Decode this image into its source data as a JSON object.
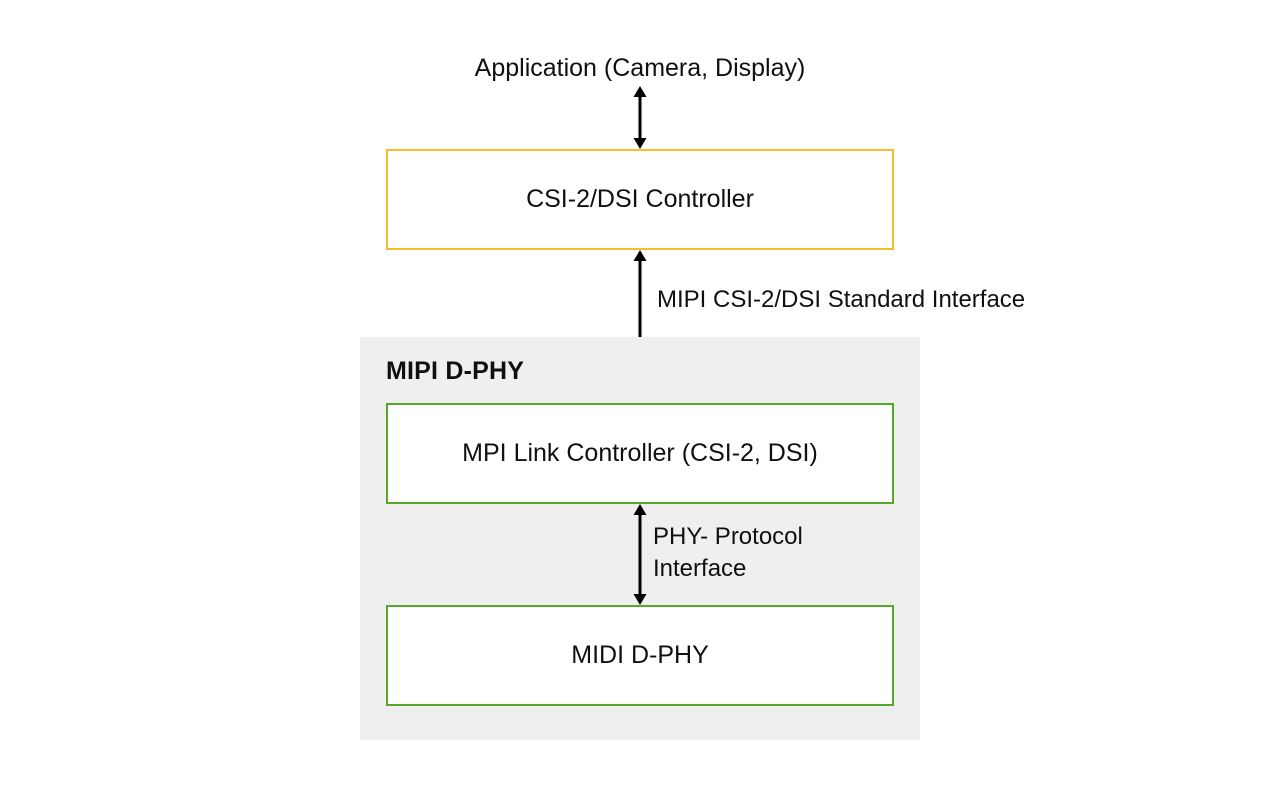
{
  "diagram": {
    "title_caption": "Application (Camera, Display)",
    "panel": {
      "title": "MIPI D-PHY",
      "background_color": "#efefef"
    },
    "boxes": [
      {
        "id": "csi2-dsi-controller",
        "label": "CSI-2/DSI Controller",
        "border_color": "#f8be2a"
      },
      {
        "id": "mpi-link-controller",
        "label": "MPI Link Controller (CSI-2, DSI)",
        "border_color": "#57a72b"
      },
      {
        "id": "midi-d-phy",
        "label": "MIDI D-PHY",
        "border_color": "#57a72b"
      }
    ],
    "connectors": [
      {
        "id": "application-to-controller",
        "label": "",
        "style": "double-headed-arrow"
      },
      {
        "id": "controller-to-link-controller",
        "label": "MIPI CSI-2/DSI Standard Interface",
        "style": "double-headed-arrow"
      },
      {
        "id": "link-controller-to-phy",
        "label_line1": "PHY- Protocol",
        "label_line2": "Interface",
        "style": "double-headed-arrow"
      }
    ],
    "colors": {
      "arrow": "#000000",
      "text": "#101010",
      "orange_border": "#f8be2a",
      "green_border": "#57a72b",
      "panel_fill": "#efefef",
      "page_background": "#ffffff"
    }
  }
}
